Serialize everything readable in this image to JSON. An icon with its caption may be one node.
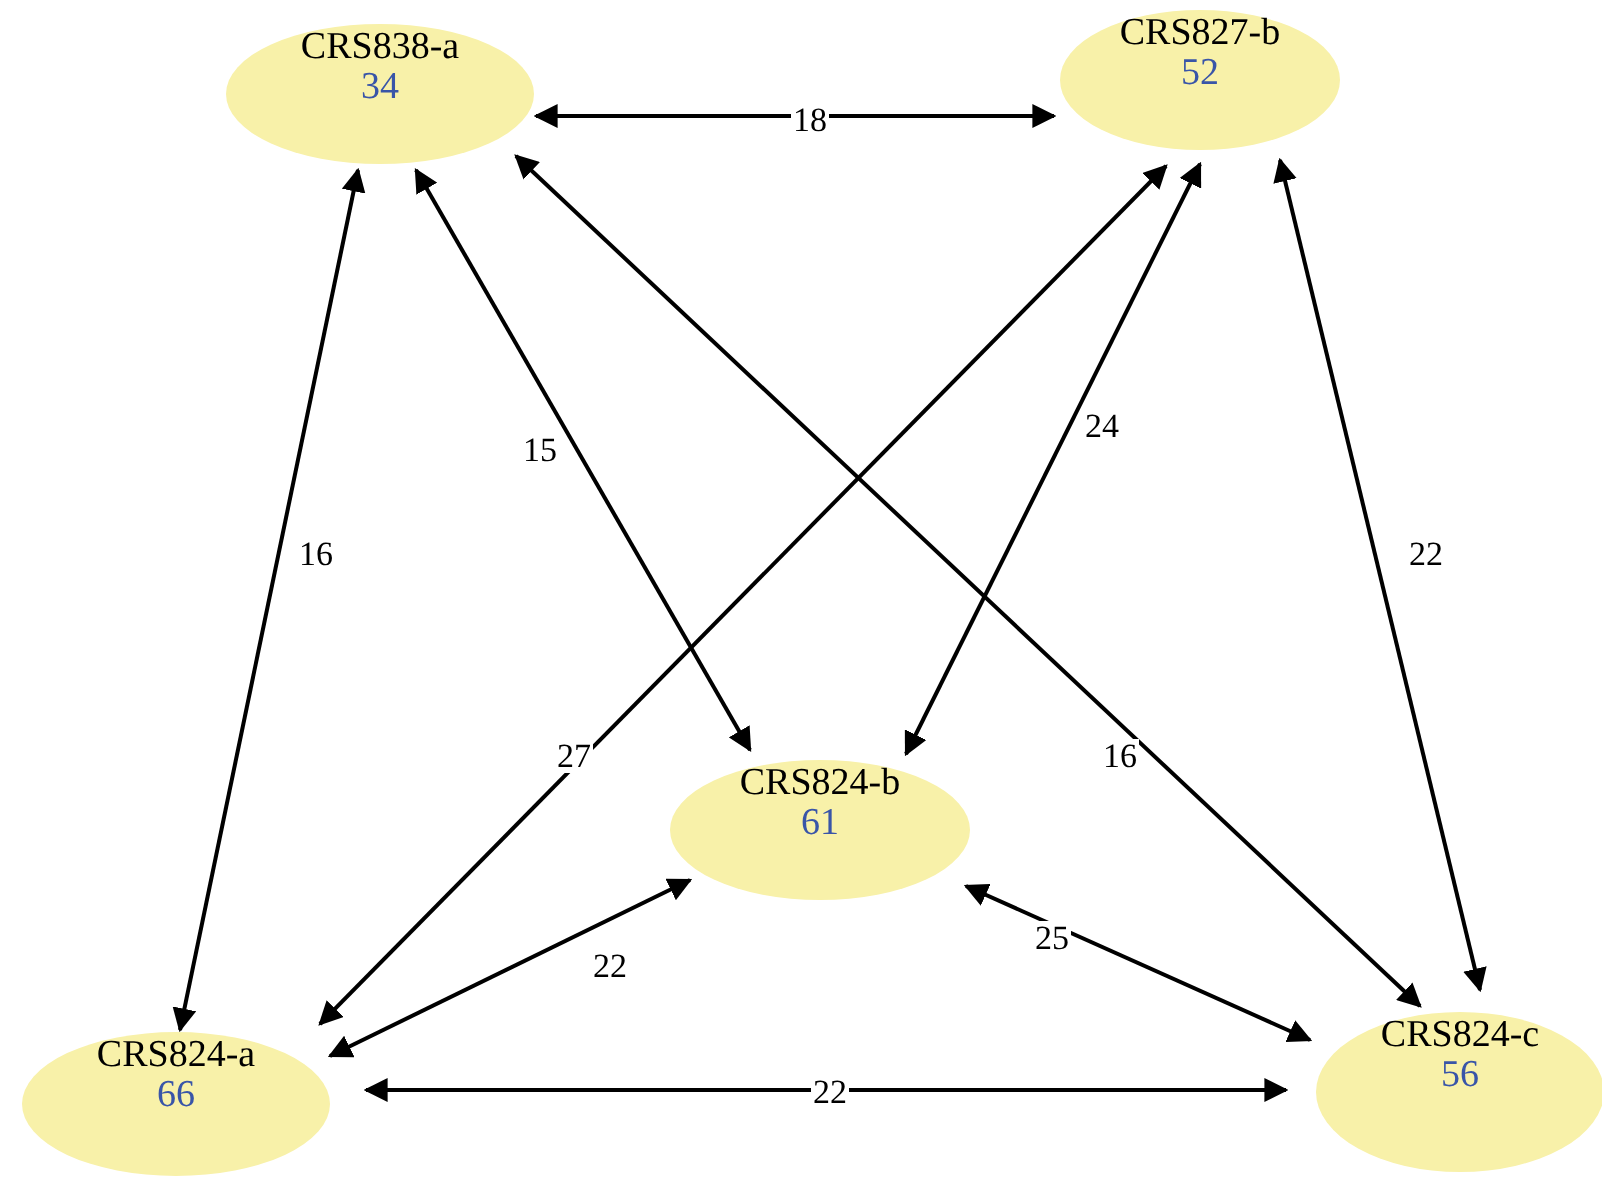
{
  "diagram": {
    "nodes": [
      {
        "text": [
          "CRS838-a",
          "34"
        ]
      },
      {
        "text": [
          "CRS827-b",
          "52"
        ]
      },
      {
        "text": [
          "CRS824-b",
          "61"
        ]
      },
      {
        "text": [
          "CRS824-a",
          "66"
        ]
      },
      {
        "text": [
          "CRS824-c",
          "56"
        ]
      }
    ],
    "edges": [
      {
        "from": 0,
        "to": 1,
        "arrow": "both",
        "label": "18"
      },
      {
        "from": 0,
        "to": 3,
        "arrow": "both",
        "label": "16"
      },
      {
        "from": 0,
        "to": 2,
        "arrow": "both",
        "label": "15"
      },
      {
        "from": 0,
        "to": 4,
        "arrow": "both",
        "label": "16"
      },
      {
        "from": 1,
        "to": 3,
        "arrow": "both",
        "label": "27"
      },
      {
        "from": 1,
        "to": 2,
        "arrow": "both",
        "label": "24"
      },
      {
        "from": 1,
        "to": 4,
        "arrow": "both",
        "label": "22"
      },
      {
        "from": 3,
        "to": 2,
        "arrow": "both",
        "label": "22"
      },
      {
        "from": 2,
        "to": 4,
        "arrow": "both",
        "label": "25"
      },
      {
        "from": 3,
        "to": 4,
        "arrow": "both",
        "label": "22"
      }
    ]
  }
}
